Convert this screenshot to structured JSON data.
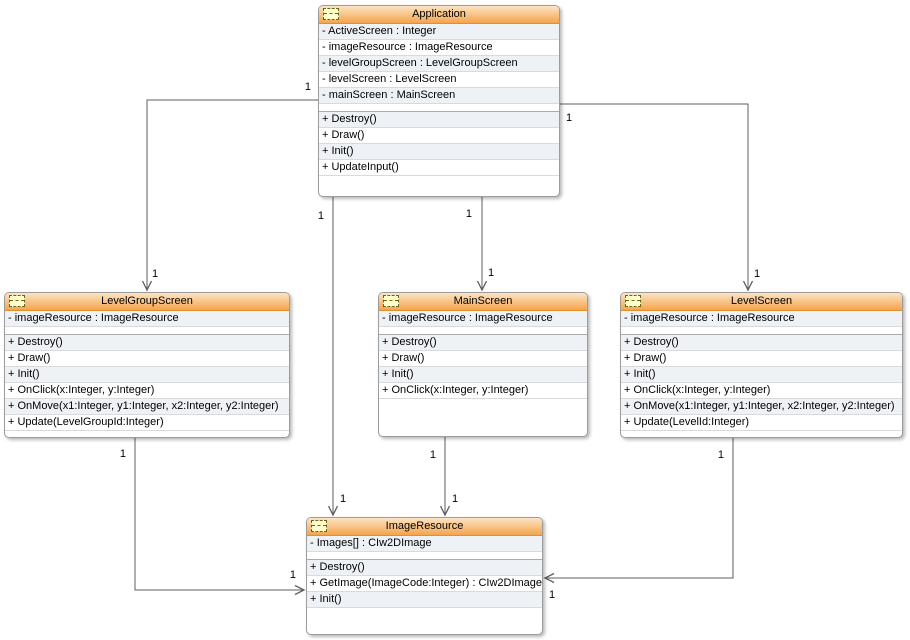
{
  "classes": [
    {
      "name": "Application",
      "attributes": [
        "- ActiveScreen : Integer",
        "- imageResource : ImageResource",
        "- levelGroupScreen : LevelGroupScreen",
        "- levelScreen : LevelScreen",
        "- mainScreen : MainScreen"
      ],
      "operations": [
        "+ Destroy()",
        "+ Draw()",
        "+ Init()",
        "+ UpdateInput()"
      ]
    },
    {
      "name": "LevelGroupScreen",
      "attributes": [
        "- imageResource : ImageResource"
      ],
      "operations": [
        "+ Destroy()",
        "+ Draw()",
        "+ Init()",
        "+ OnClick(x:Integer, y:Integer)",
        "+ OnMove(x1:Integer, y1:Integer, x2:Integer, y2:Integer)",
        "+ Update(LevelGroupId:Integer)"
      ]
    },
    {
      "name": "MainScreen",
      "attributes": [
        "- imageResource : ImageResource"
      ],
      "operations": [
        "+ Destroy()",
        "+ Draw()",
        "+ Init()",
        "+ OnClick(x:Integer, y:Integer)"
      ]
    },
    {
      "name": "LevelScreen",
      "attributes": [
        "- imageResource : ImageResource"
      ],
      "operations": [
        "+ Destroy()",
        "+ Draw()",
        "+ Init()",
        "+ OnClick(x:Integer, y:Integer)",
        "+ OnMove(x1:Integer, y1:Integer, x2:Integer, y2:Integer)",
        "+ Update(LevelId:Integer)"
      ]
    },
    {
      "name": "ImageResource",
      "attributes": [
        "- Images[] : CIw2DImage"
      ],
      "operations": [
        "+ Destroy()",
        "+ GetImage(ImageCode:Integer) : CIw2DImage",
        "+ Init()"
      ]
    }
  ],
  "connections": [
    {
      "from": "Application",
      "to": "LevelGroupScreen",
      "from_multiplicity": "1",
      "to_multiplicity": "1"
    },
    {
      "from": "Application",
      "to": "MainScreen",
      "from_multiplicity": "1",
      "to_multiplicity": "1"
    },
    {
      "from": "Application",
      "to": "LevelScreen",
      "from_multiplicity": "1",
      "to_multiplicity": "1"
    },
    {
      "from": "Application",
      "to": "ImageResource",
      "from_multiplicity": "1",
      "to_multiplicity": "1"
    },
    {
      "from": "LevelGroupScreen",
      "to": "ImageResource",
      "from_multiplicity": "1",
      "to_multiplicity": "1"
    },
    {
      "from": "MainScreen",
      "to": "ImageResource",
      "from_multiplicity": "1",
      "to_multiplicity": "1"
    },
    {
      "from": "LevelScreen",
      "to": "ImageResource",
      "from_multiplicity": "1",
      "to_multiplicity": "1"
    }
  ],
  "colors": {
    "header_gradient_top": "#fce4c4",
    "header_gradient_bottom": "#f5a44c",
    "row_stripe": "#eef2f7",
    "box_border": "#9c9c9c",
    "connector": "#5f5f5f",
    "class_icon_fill": "#ffffcc"
  }
}
